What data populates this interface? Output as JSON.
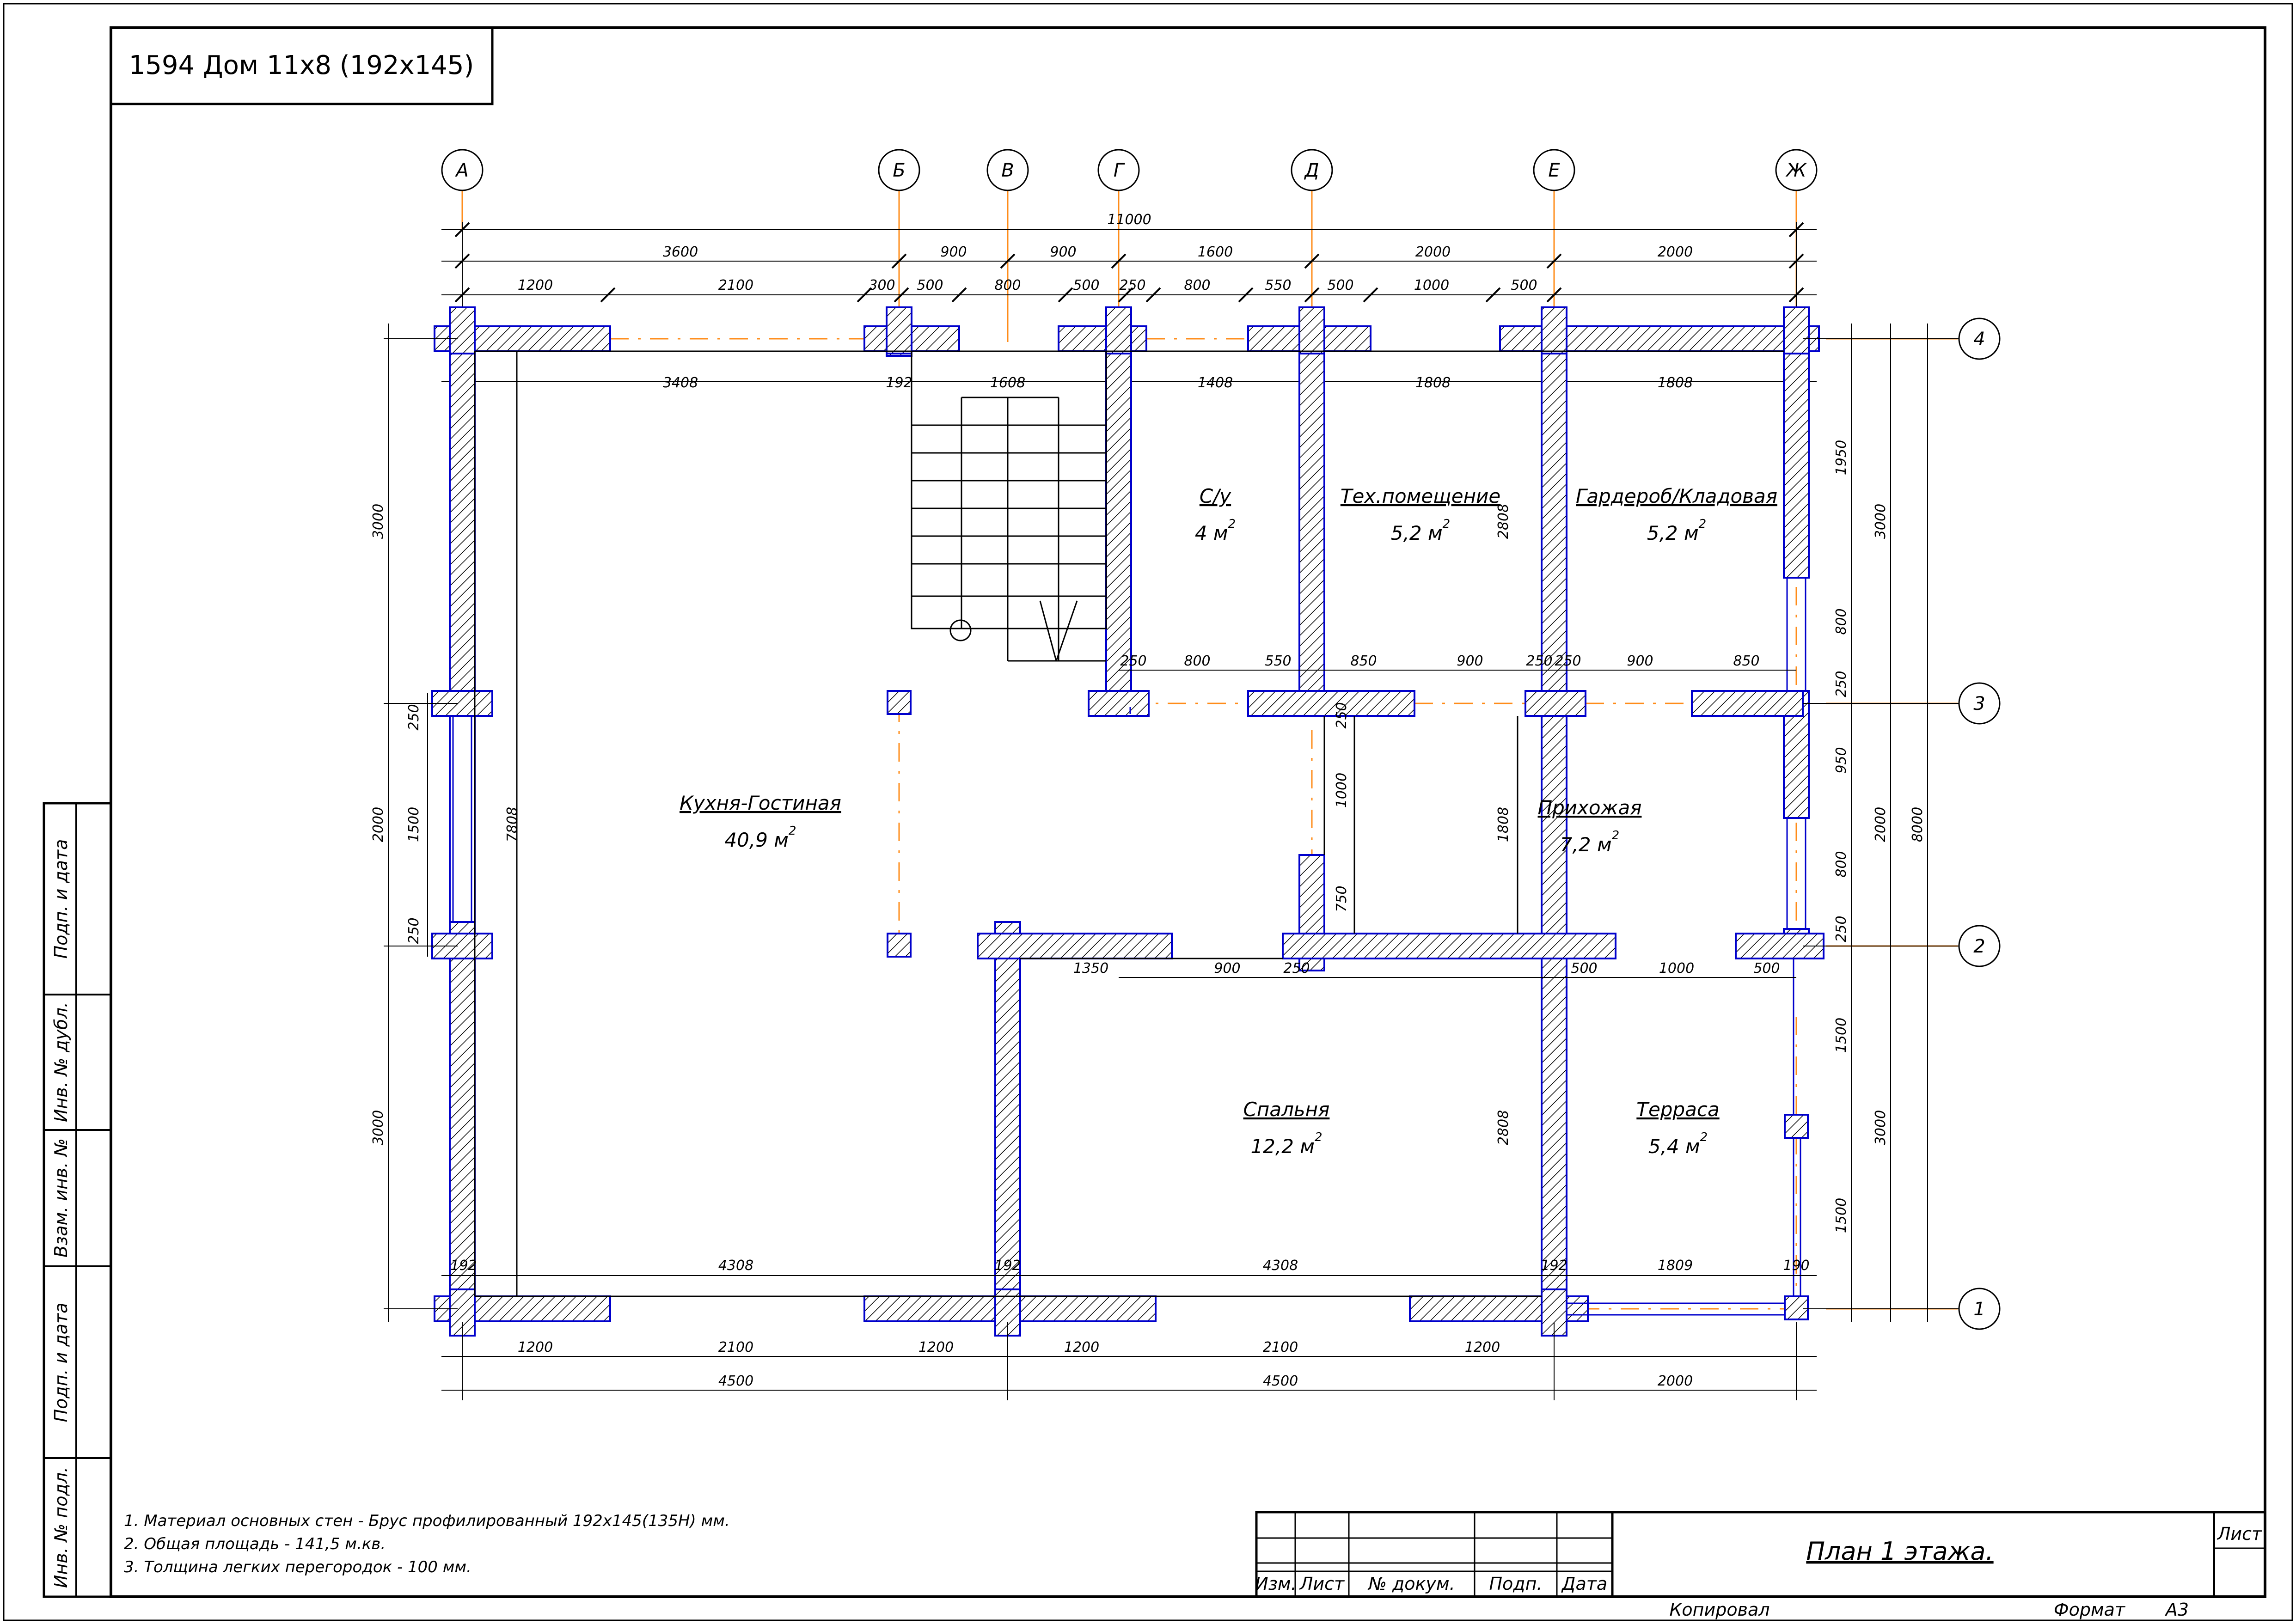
{
  "title_box": "1594 Дом 11х8 (192х145)",
  "axes_letters": [
    "А",
    "Б",
    "В",
    "Г",
    "Д",
    "Е",
    "Ж"
  ],
  "axes_numbers": [
    "4",
    "3",
    "2",
    "1"
  ],
  "dims_top": {
    "total": "11000",
    "row2": [
      "3600",
      "900",
      "900",
      "1600",
      "2000",
      "2000"
    ],
    "row3": [
      "1200",
      "2100",
      "300",
      "500",
      "800",
      "500",
      "250",
      "800",
      "550",
      "500",
      "1000",
      "500"
    ],
    "inner": [
      "192",
      "3408",
      "192",
      "1608",
      "192",
      "1408",
      "192",
      "1808",
      "192",
      "1808",
      "192"
    ],
    "wall_192": "192"
  },
  "dims_mid": [
    "250",
    "800",
    "550",
    "850",
    "900",
    "250",
    "250",
    "900",
    "850"
  ],
  "dims_lower": [
    "1350",
    "900",
    "250",
    "500",
    "1000",
    "500"
  ],
  "dims_bottom_inner": [
    "192",
    "4308",
    "192",
    "4308",
    "192",
    "1809",
    "190"
  ],
  "dims_bottom": {
    "row1": [
      "1200",
      "2100",
      "1200",
      "1200",
      "2100",
      "1200"
    ],
    "row2": [
      "4500",
      "4500",
      "2000"
    ]
  },
  "dims_left": {
    "outer": [
      "3000",
      "2000",
      "3000"
    ],
    "openings": [
      "250",
      "1500",
      "250"
    ],
    "inner": "7808"
  },
  "dims_right": {
    "segments": [
      "1950",
      "800",
      "250",
      "950",
      "800",
      "250",
      "1500",
      "1500"
    ],
    "axis": [
      "3000",
      "2000",
      "3000"
    ],
    "total": "8000"
  },
  "dims_interior": [
    "2808",
    "1808",
    "2808",
    "1000",
    "750",
    "250"
  ],
  "rooms": [
    {
      "name": "С/у",
      "area": "4 м"
    },
    {
      "name": "Тех.помещение",
      "area": "5,2 м"
    },
    {
      "name": "Гардероб/Кладовая",
      "area": "5,2 м"
    },
    {
      "name": "Кухня-Гостиная",
      "area": "40,9 м"
    },
    {
      "name": "Прихожая",
      "area": "7,2 м"
    },
    {
      "name": "Спальня",
      "area": "12,2 м"
    },
    {
      "name": "Терраса",
      "area": "5,4 м"
    }
  ],
  "sup": "2",
  "notes": [
    "1. Материал основных стен - Брус профилированный 192х145(135Н) мм.",
    "2. Общая площадь - 141,5 м.кв.",
    "3. Толщина легких перегородок - 100 мм."
  ],
  "side_stamp": [
    "Инв. № подл.",
    "Подп. и дата",
    "Взам. инв. №",
    "Инв. № дубл.",
    "Подп. и дата"
  ],
  "stamp_headers": [
    "Изм.",
    "Лист",
    "№ докум.",
    "Подп.",
    "Дата"
  ],
  "sheet_title": "План 1 этажа.",
  "sheet_label": "Лист",
  "footer": {
    "copied": "Копировал",
    "format": "Формат",
    "format_value": "А3"
  },
  "colors": {
    "wall_outline": "#0000cc",
    "axis_line": "#ff8c1a",
    "line": "#000000"
  }
}
